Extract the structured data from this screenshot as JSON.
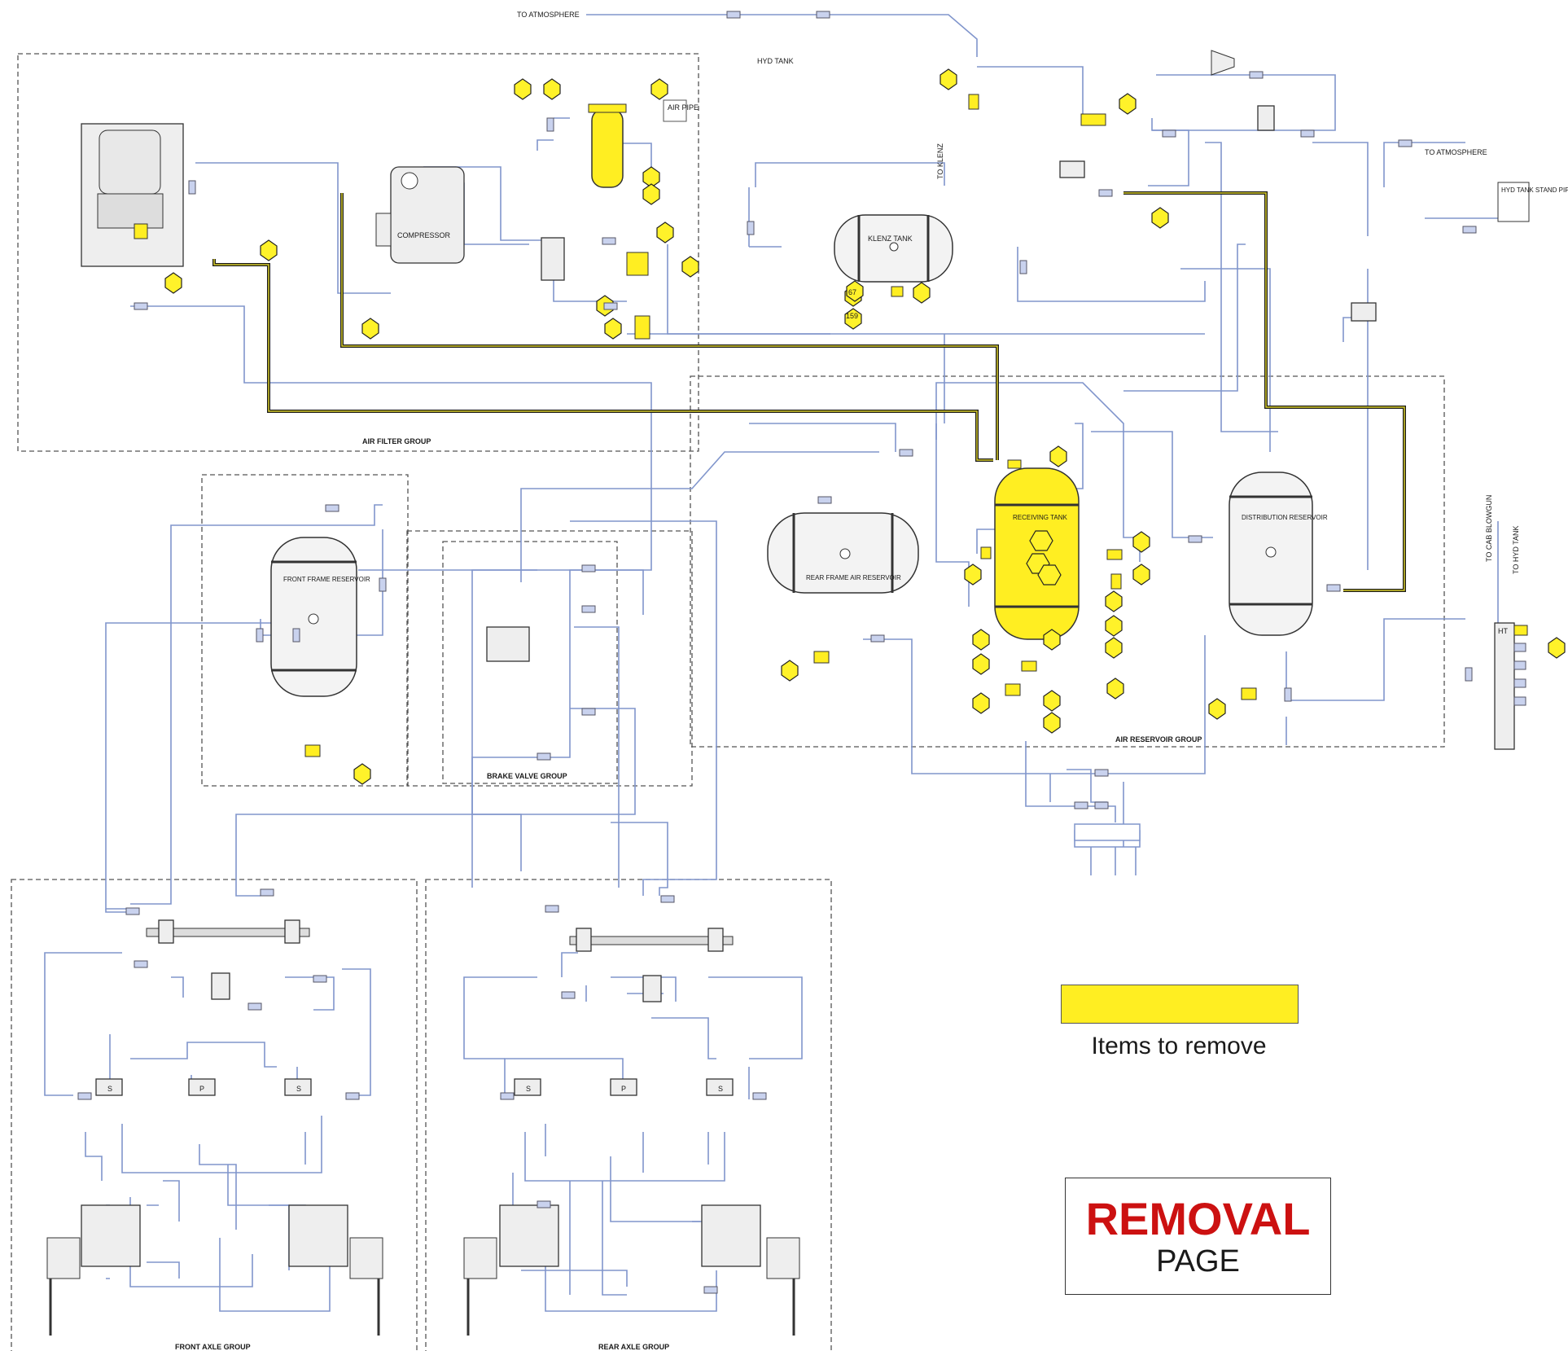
{
  "labels": {
    "to_atmosphere_top": "TO ATMOSPHERE",
    "hyd_tank": "HYD TANK",
    "air_pipe": "AIR PIPE",
    "to_klenz": "TO KLENZ",
    "klenz_tank": "KLENZ TANK",
    "to_atmosphere_right": "TO ATMOSPHERE",
    "hyd_tank_stand_pipe": "HYD TANK STAND PIPE",
    "compressor": "COMPRESSOR",
    "air_filter_group": "AIR FILTER GROUP",
    "front_frame_reservoir": "FRONT FRAME RESERVOIR",
    "brake_valve_group": "BRAKE VALVE GROUP",
    "rear_frame_air_reservoir": "REAR FRAME AIR RESERVOIR",
    "receiving_tank": "RECEIVING TANK",
    "distribution_reservoir": "DISTRIBUTION RESERVOIR",
    "air_reservoir_group": "AIR RESERVOIR GROUP",
    "to_cab_blowgun": "TO CAB BLOWGUN",
    "to_hyd_tank": "TO HYD TANK",
    "ht": "HT",
    "front_axle_group": "FRONT AXLE GROUP",
    "rear_axle_group": "REAR AXLE GROUP",
    "callout_67": "67",
    "callout_159": "159",
    "valve_s": "S",
    "valve_p": "P"
  },
  "legend": {
    "text": "Items to remove",
    "color": "#ffee22"
  },
  "stamp": {
    "title": "REMOVAL",
    "subtitle": "PAGE",
    "title_color": "#cc1111"
  },
  "colors": {
    "air_line": "#8095cc",
    "main_line": "#1a1a1a",
    "highlight": "#ffee22"
  }
}
